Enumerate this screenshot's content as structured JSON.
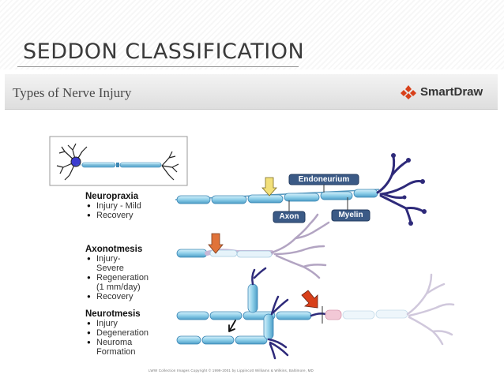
{
  "slide": {
    "title": "SEDDON CLASSIFICATION"
  },
  "banner": {
    "title": "Types of Nerve Injury",
    "logo_text": "SmartDraw"
  },
  "labels": {
    "endoneurium": "Endoneurium",
    "axon": "Axon",
    "myelin": "Myelin"
  },
  "types": [
    {
      "name": "Neuropraxia",
      "items": [
        "Injury - Mild",
        "Recovery"
      ]
    },
    {
      "name": "Axonotmesis",
      "items": [
        "Injury-",
        "Severe",
        "Regeneration",
        "(1 mm/day)",
        "Recovery"
      ]
    },
    {
      "name": "Neurotmesis",
      "items": [
        "Injury",
        "Degeneration",
        "Neuroma",
        "Formation"
      ]
    }
  ],
  "footer": {
    "copyright": "LWW Collection Images Copyright © 1999-2001 by Lippincott Williams & Wilkins, Baltimore, MD"
  },
  "colors": {
    "myelin": "#8ecfe9",
    "myelin_dark": "#3b86b4",
    "dendrite": "#2e2a7a",
    "arrow_yellow": "#f2e07a",
    "arrow_orange": "#e0733a",
    "arrow_red": "#d8401a"
  }
}
